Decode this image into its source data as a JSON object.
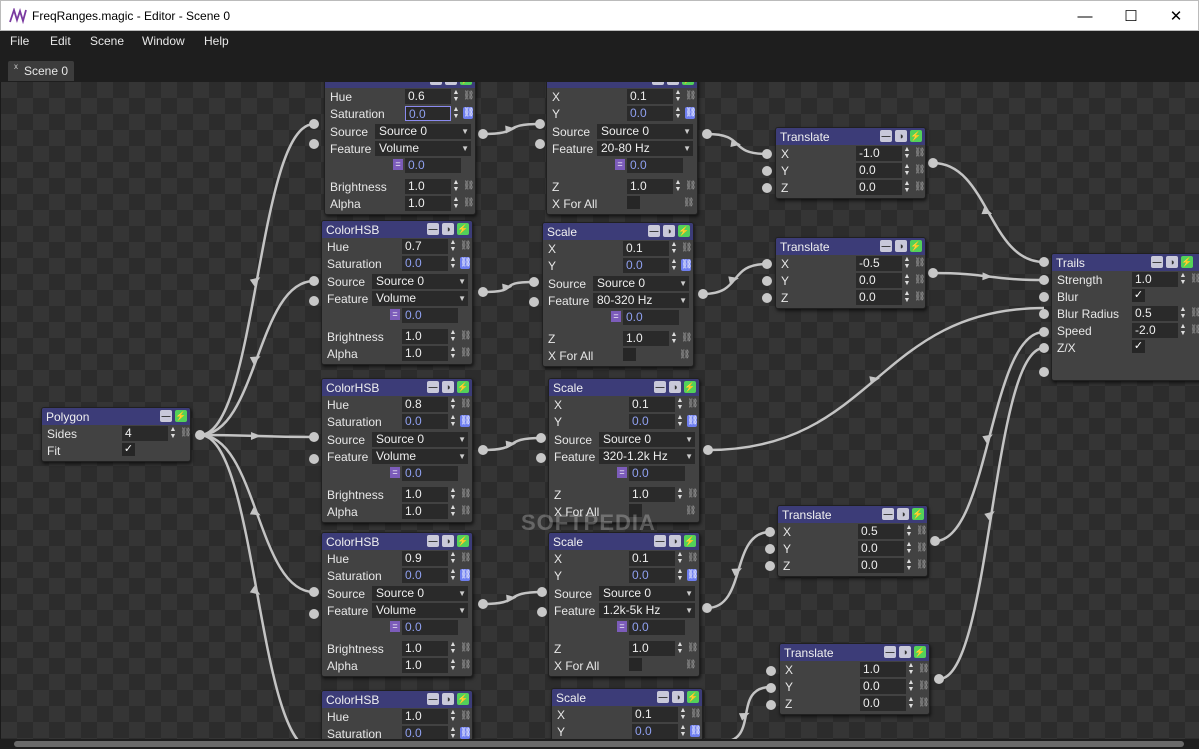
{
  "window": {
    "title": "FreqRanges.magic - Editor - Scene 0",
    "controls": {
      "minimize": "—",
      "maximize": "☐",
      "close": "✕"
    }
  },
  "menu": [
    "File",
    "Edit",
    "Scene",
    "Window",
    "Help"
  ],
  "tab": {
    "label": "Scene 0",
    "close": "x"
  },
  "watermark": "SOFTPEDIA",
  "colors": {
    "header": "#3c3c78",
    "accent": "#8a8af0",
    "bolt": "#53d15a"
  },
  "polygon": {
    "title": "Polygon",
    "sides_label": "Sides",
    "sides": "4",
    "fit_label": "Fit",
    "fit": "✓"
  },
  "colorhsb": [
    {
      "title": "",
      "hue": "0.6",
      "sat": "0.0",
      "source": "Source 0",
      "feature": "Volume",
      "feat": "0.0",
      "bright": "1.0",
      "alpha": "1.0"
    },
    {
      "title": "ColorHSB",
      "hue": "0.7",
      "sat": "0.0",
      "source": "Source 0",
      "feature": "Volume",
      "feat": "0.0",
      "bright": "1.0",
      "alpha": "1.0"
    },
    {
      "title": "ColorHSB",
      "hue": "0.8",
      "sat": "0.0",
      "source": "Source 0",
      "feature": "Volume",
      "feat": "0.0",
      "bright": "1.0",
      "alpha": "1.0"
    },
    {
      "title": "ColorHSB",
      "hue": "0.9",
      "sat": "0.0",
      "source": "Source 0",
      "feature": "Volume",
      "feat": "0.0",
      "bright": "1.0",
      "alpha": "1.0"
    },
    {
      "title": "ColorHSB",
      "hue": "1.0",
      "sat": "0.0"
    }
  ],
  "scale": [
    {
      "title": "",
      "x": "0.1",
      "y": "0.0",
      "source": "Source 0",
      "feature": "20-80 Hz",
      "feat": "0.0",
      "z": "1.0",
      "xforall": "X For All"
    },
    {
      "title": "Scale",
      "x": "0.1",
      "y": "0.0",
      "source": "Source 0",
      "feature": "80-320 Hz",
      "feat": "0.0",
      "z": "1.0",
      "xforall": "X For All"
    },
    {
      "title": "Scale",
      "x": "0.1",
      "y": "0.0",
      "source": "Source 0",
      "feature": "320-1.2k Hz",
      "feat": "0.0",
      "z": "1.0",
      "xforall": "X For All"
    },
    {
      "title": "Scale",
      "x": "0.1",
      "y": "0.0",
      "source": "Source 0",
      "feature": "1.2k-5k Hz",
      "feat": "0.0",
      "z": "1.0",
      "xforall": "X For All"
    },
    {
      "title": "Scale",
      "x": "0.1",
      "y": "0.0"
    }
  ],
  "translate": [
    {
      "title": "Translate",
      "x": "-1.0",
      "y": "0.0",
      "z": "0.0"
    },
    {
      "title": "Translate",
      "x": "-0.5",
      "y": "0.0",
      "z": "0.0"
    },
    {
      "title": "Translate",
      "x": "0.5",
      "y": "0.0",
      "z": "0.0"
    },
    {
      "title": "Translate",
      "x": "1.0",
      "y": "0.0",
      "z": "0.0"
    }
  ],
  "trails": {
    "title": "Trails",
    "strength_label": "Strength",
    "strength": "1.0",
    "blur_label": "Blur",
    "blur": "✓",
    "radius_label": "Blur Radius",
    "radius": "0.5",
    "speed_label": "Speed",
    "speed": "-2.0",
    "zx_label": "Z/X",
    "zx": "✓"
  },
  "labels": {
    "hue": "Hue",
    "saturation": "Saturation",
    "source": "Source",
    "feature": "Feature",
    "brightness": "Brightness",
    "alpha": "Alpha",
    "x": "X",
    "y": "Y",
    "z": "Z"
  }
}
